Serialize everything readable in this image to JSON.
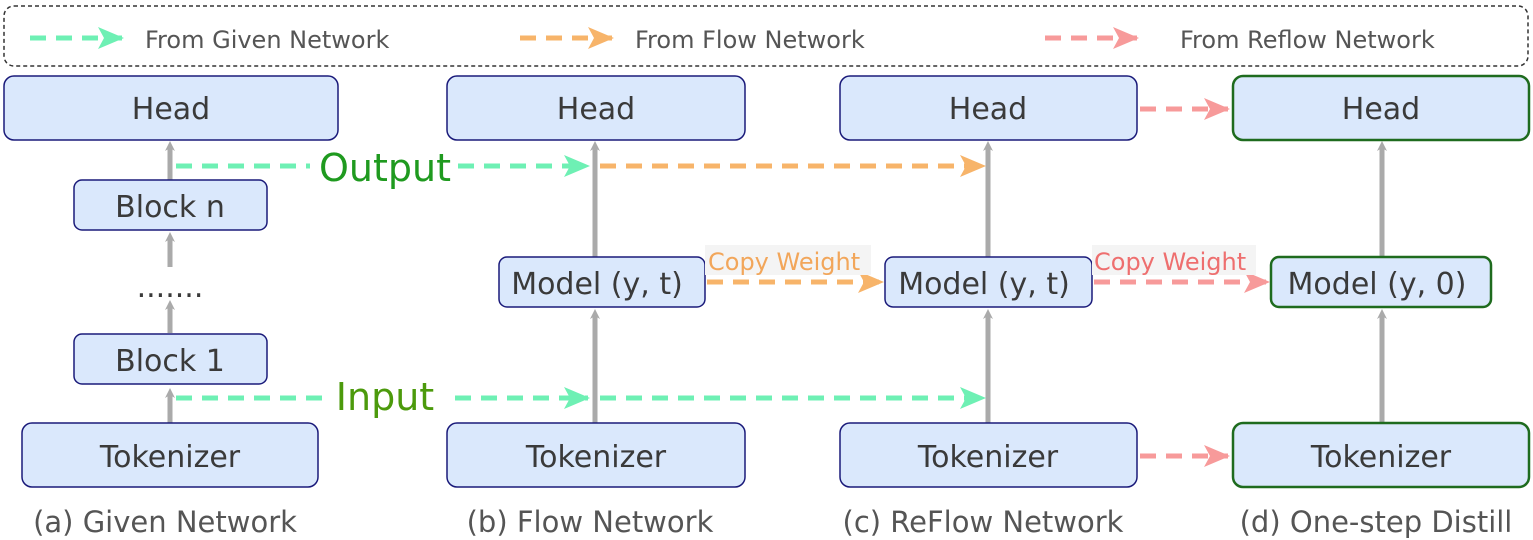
{
  "legend": {
    "given": "From Given Network",
    "flow": "From Flow Network",
    "reflow": "From Reflow Network"
  },
  "colors": {
    "given_arrow": "#6ef0b4",
    "flow_arrow": "#f7b46a",
    "reflow_arrow": "#f79a9a",
    "output_label": "#1f9a1f",
    "input_label": "#4c9a0c",
    "copy_label_flow": "#f2a65a",
    "copy_label_reflow": "#ee6f6f",
    "box_fill": "#dae8fc",
    "box_stroke_blue": "#1a1a7a",
    "box_stroke_green": "#1e6b1e",
    "gray_arrow": "#aaaaaa"
  },
  "panels": {
    "a": {
      "caption": "(a) Given Network",
      "head": "Head",
      "block_n": "Block n",
      "ellipsis": ".......",
      "block_1": "Block 1",
      "tokenizer": "Tokenizer"
    },
    "b": {
      "caption": "(b) Flow Network",
      "head": "Head",
      "model": "Model (y, t)",
      "tokenizer": "Tokenizer"
    },
    "c": {
      "caption": "(c) ReFlow Network",
      "head": "Head",
      "model": "Model (y, t)",
      "tokenizer": "Tokenizer"
    },
    "d": {
      "caption": "(d) One-step Distill",
      "head": "Head",
      "model": "Model (y, 0)",
      "tokenizer": "Tokenizer"
    }
  },
  "labels": {
    "output": "Output",
    "input": "Input",
    "copy_weight_1": "Copy Weight",
    "copy_weight_2": "Copy Weight"
  }
}
